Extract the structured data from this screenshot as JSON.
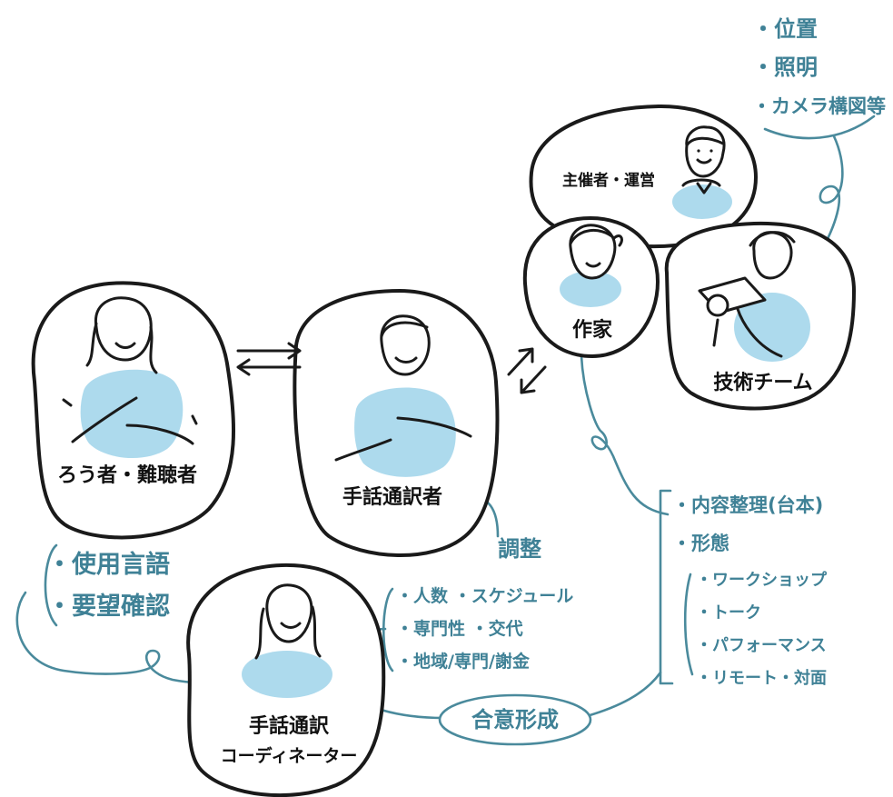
{
  "colors": {
    "ink": "#1a1a1a",
    "accent_line": "#4a8a9c",
    "accent_text": "#3f8196",
    "wash": "#9fd3ea"
  },
  "nodes": {
    "deaf": {
      "label": "ろう者・難聴者"
    },
    "interpreter": {
      "label": "手話通訳者"
    },
    "coordinator": {
      "label_line1": "手話通訳",
      "label_line2": "コーディネーター"
    },
    "organizer": {
      "label": "主催者・運営"
    },
    "artist": {
      "label": "作家"
    },
    "tech": {
      "label": "技術チーム"
    }
  },
  "notes": {
    "tech": [
      "・位置",
      "・照明",
      "・カメラ構図等"
    ],
    "adjust": "調整",
    "coordination": [
      "・人数 ・スケジュール",
      "・専門性 ・交代",
      "・地域/専門/謝金"
    ],
    "user": [
      "・使用言語",
      "・要望確認"
    ],
    "content": [
      "・内容整理(台本)",
      "・形態"
    ],
    "formats": [
      "・ワークショップ",
      "・トーク",
      "・パフォーマンス",
      "・リモート・対面"
    ],
    "consensus": "合意形成"
  }
}
